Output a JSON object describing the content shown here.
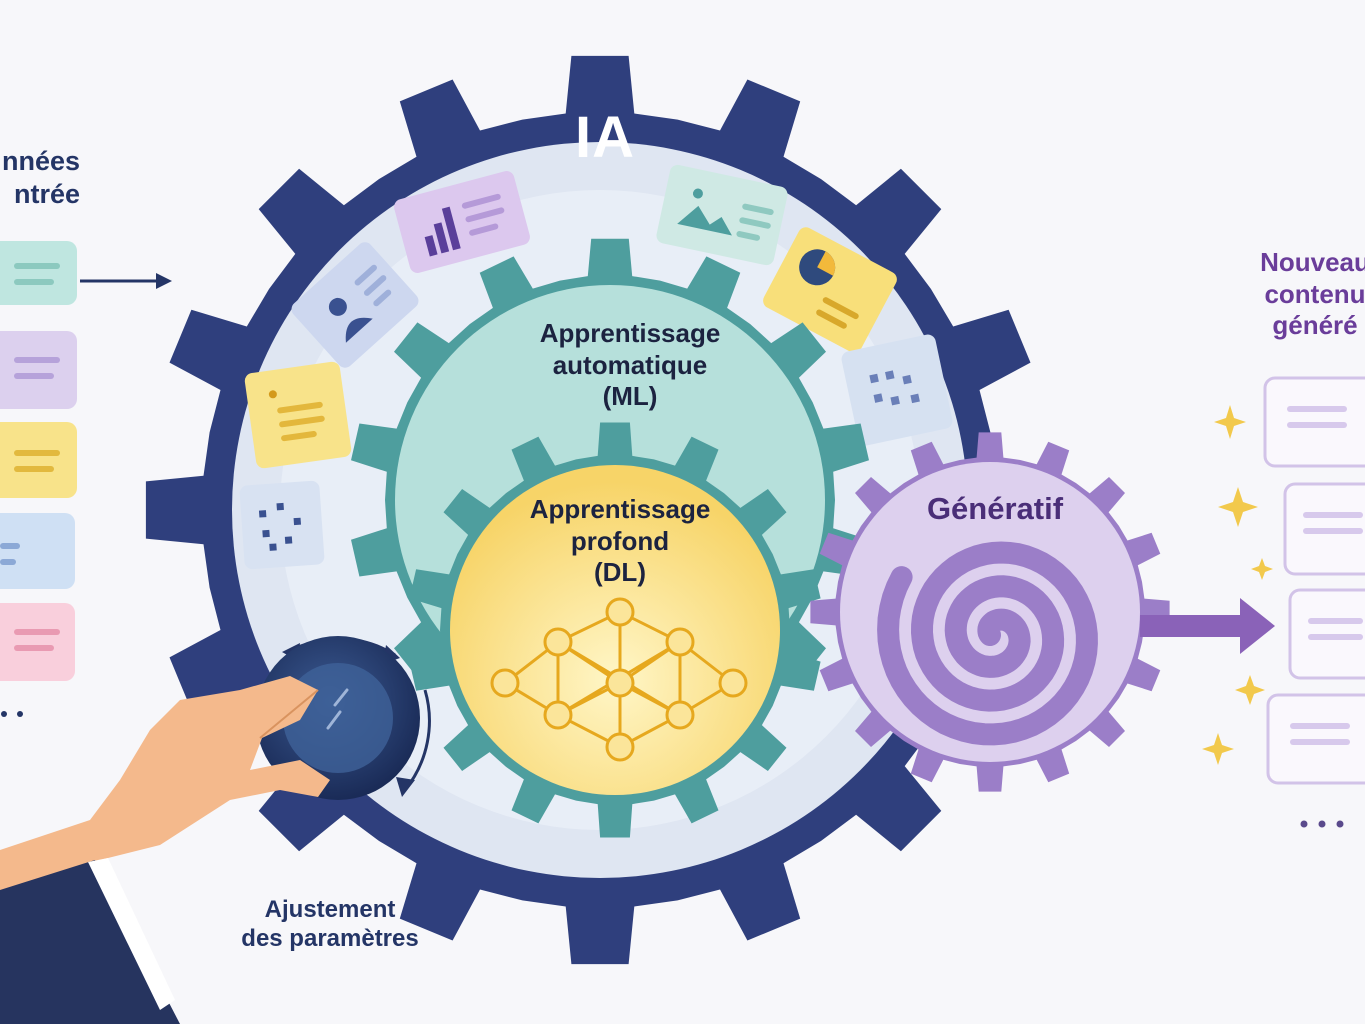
{
  "diagram": {
    "ai": {
      "title": "IA",
      "color": "#2f3f7d"
    },
    "ml": {
      "lines": [
        "Apprentissage",
        "automatique",
        "(ML)"
      ],
      "color": "#4e9e9e",
      "fill": "#b6e0db"
    },
    "dl": {
      "lines": [
        "Apprentissage",
        "profond",
        "(DL)"
      ],
      "color": "#f2c94c"
    },
    "generative": {
      "title": "Génératif",
      "color": "#9b7ec8",
      "fill": "#ddd0ee"
    },
    "input": {
      "lines": [
        "nnées",
        "ntrée"
      ],
      "card_colors": [
        "#bfe6e0",
        "#dcd0ee",
        "#f8e38a",
        "#cfe0f4",
        "#f9cfdc"
      ],
      "more": "..."
    },
    "output": {
      "lines": [
        "Nouveau",
        "contenu",
        "généré"
      ],
      "card_count": 4,
      "more": "..."
    },
    "control": {
      "lines": [
        "Ajustement",
        "des paramètres"
      ]
    }
  }
}
